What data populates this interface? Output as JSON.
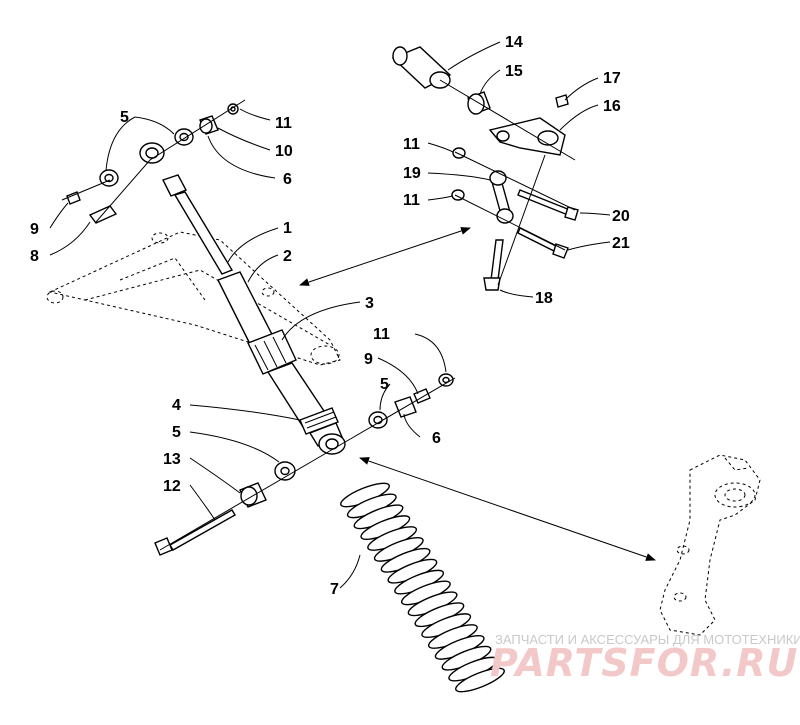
{
  "callouts": {
    "c1": "1",
    "c2": "2",
    "c3": "3",
    "c4": "4",
    "c5a": "5",
    "c5b": "5",
    "c5c": "5",
    "c6a": "6",
    "c6b": "6",
    "c7": "7",
    "c8": "8",
    "c9a": "9",
    "c9b": "9",
    "c10": "10",
    "c11a": "11",
    "c11b": "11",
    "c11c": "11",
    "c11d": "11",
    "c12": "12",
    "c13": "13",
    "c14": "14",
    "c15": "15",
    "c16": "16",
    "c17": "17",
    "c18": "18",
    "c19": "19",
    "c20": "20",
    "c21": "21"
  },
  "watermark": {
    "caption": "ЗАПЧАСТИ И АКСЕССУАРЫ ДЛЯ МОТОТЕХНИКИ",
    "logo": "PARTSFOR.RU"
  },
  "colors": {
    "line": "#000000",
    "watermark_logo": "#f3c8c8",
    "watermark_caption": "#c9c9c9"
  }
}
